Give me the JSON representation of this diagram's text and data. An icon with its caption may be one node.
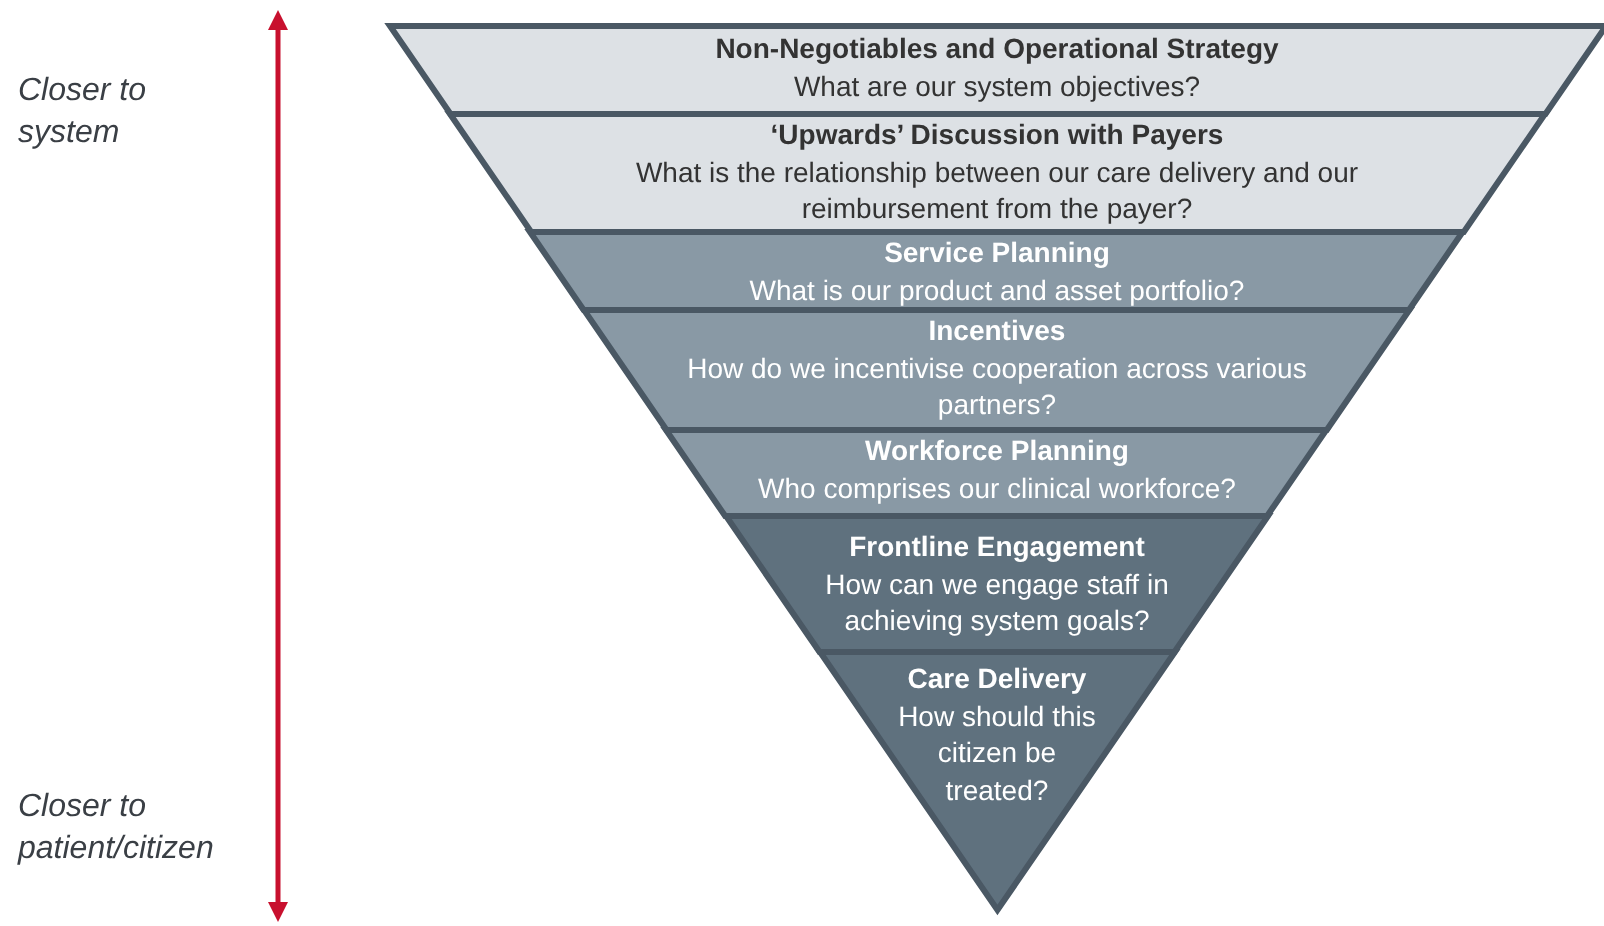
{
  "diagram": {
    "nodes": [
      {
        "text": [
          "Non-Negotiables and Operational Strategy",
          "What are our system objectives?"
        ]
      },
      {
        "text": [
          "‘Upwards’ Discussion with Payers",
          "What is the relationship between our care delivery and our reimbursement from the payer?"
        ]
      },
      {
        "text": [
          "Service Planning",
          "What is our product and asset portfolio?"
        ]
      },
      {
        "text": [
          "Incentives",
          "How do we incentivise cooperation across various partners?"
        ]
      },
      {
        "text": [
          "Workforce Planning",
          "Who comprises our clinical workforce?"
        ]
      },
      {
        "text": [
          "Frontline Engagement",
          "How can we engage staff in achieving system goals?"
        ]
      },
      {
        "text": [
          "Care Delivery",
          "How should this citizen be treated?"
        ]
      }
    ],
    "labels": [
      "Closer to system",
      "Closer to patient/citizen"
    ]
  }
}
